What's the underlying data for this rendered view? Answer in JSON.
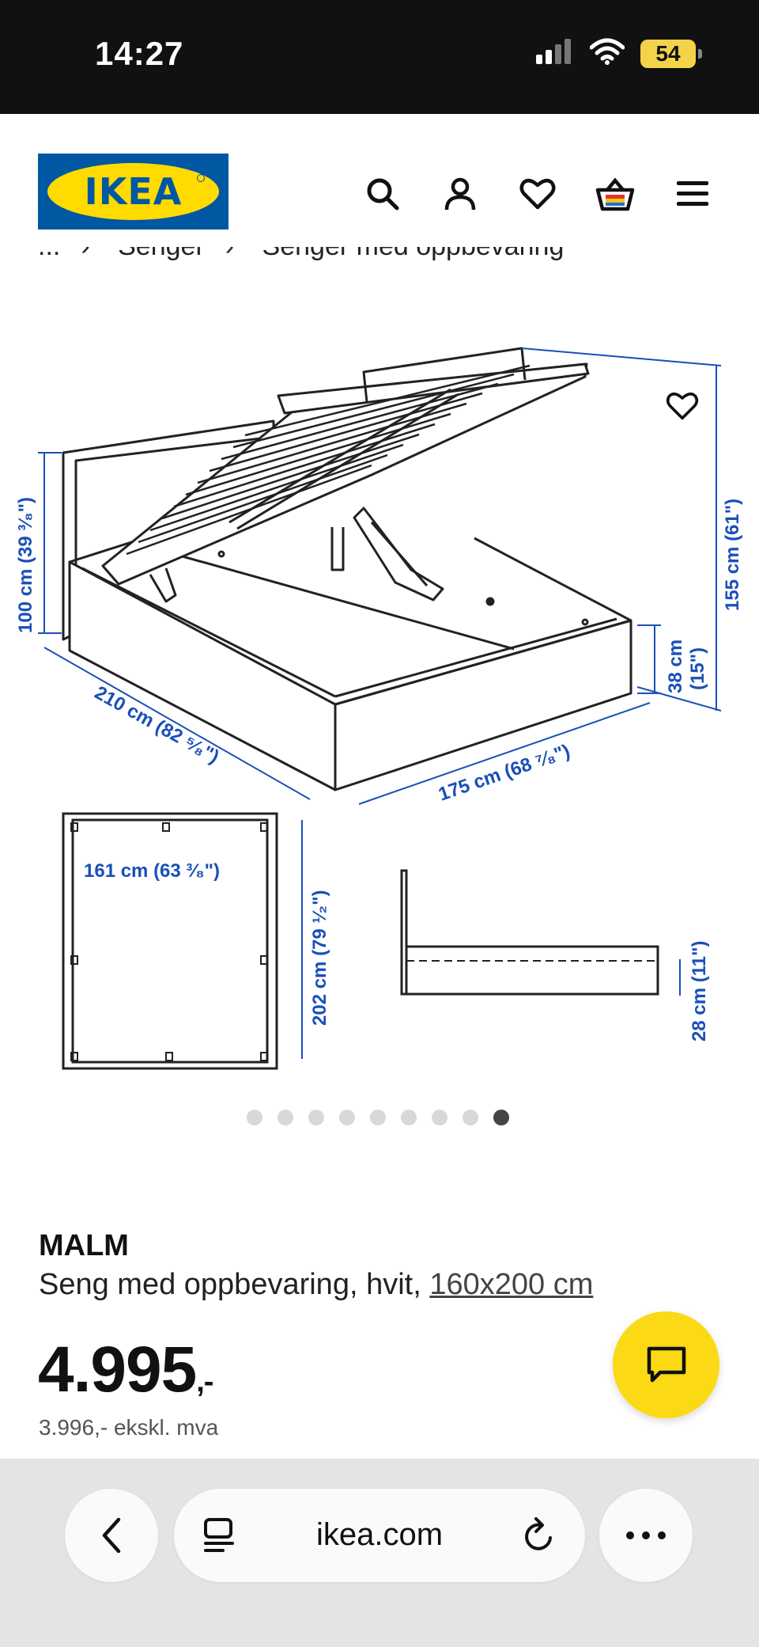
{
  "status_bar": {
    "time": "14:27",
    "battery": "54",
    "signal_icon": "cellular-signal-icon",
    "wifi_icon": "wifi-icon"
  },
  "header": {
    "logo_text": "IKEA",
    "icons": [
      "search-icon",
      "account-icon",
      "heart-icon",
      "basket-icon",
      "menu-icon"
    ]
  },
  "breadcrumb": {
    "items": [
      "...",
      "Senger",
      "Senger med oppbevaring"
    ]
  },
  "dimensions": {
    "height_headboard": "100 cm (39 ³⁄₈\")",
    "length": "210 cm (82 ⁵⁄₈\")",
    "width": "175 cm (68 ⁷⁄₈\")",
    "lift_height": "155 cm (61\")",
    "frame_height_cm": "38 cm",
    "frame_height_in": "(15\")",
    "inner_width": "161 cm (63 ³⁄₈\")",
    "inner_length": "202 cm (79 ¹⁄₂\")",
    "clearance": "28 cm (11\")"
  },
  "carousel": {
    "total": 9,
    "active_index": 8
  },
  "product": {
    "name": "MALM",
    "description": "Seng med oppbevaring, hvit, ",
    "size_link": "160x200 cm",
    "price": "4.995",
    "price_suffix": ",-",
    "price_ex_vat": "3.996,- ekskl. mva"
  },
  "browser": {
    "url": "ikea.com"
  },
  "colors": {
    "ikea_blue": "#0058a3",
    "ikea_yellow": "#ffdb00",
    "dimension_blue": "#1a4fb8",
    "chat_yellow": "#fbd914"
  }
}
